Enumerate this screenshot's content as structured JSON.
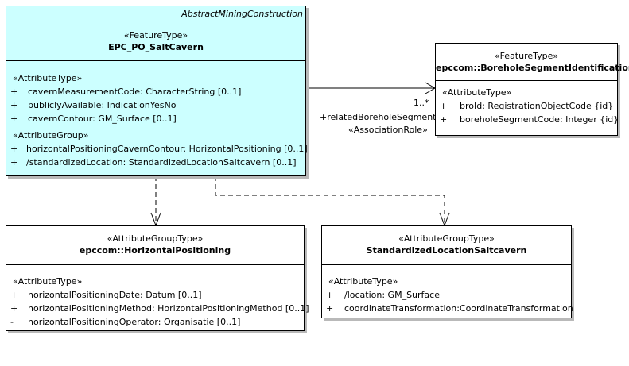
{
  "main": {
    "abstract_label": "AbstractMiningConstruction",
    "stereotype": "«FeatureType»",
    "name": "EPC_PO_SaltCavern",
    "groups": [
      {
        "label": "«AttributeType»",
        "rows": [
          {
            "vis": "+",
            "text": "cavernMeasurementCode: CharacterString [0..1]"
          },
          {
            "vis": "+",
            "text": "publiclyAvailable: IndicationYesNo"
          },
          {
            "vis": "+",
            "text": "cavernContour: GM_Surface [0..1]"
          }
        ]
      },
      {
        "label": "«AttributeGroup»",
        "rows": [
          {
            "vis": "+",
            "text": "horizontalPositioningCavernContour: HorizontalPositioning [0..1]"
          },
          {
            "vis": "+",
            "text": "/standardizedLocation: StandardizedLocationSaltcavern [0..1]"
          }
        ]
      }
    ]
  },
  "borehole": {
    "stereotype": "«FeatureType»",
    "name": "epccom::BoreholeSegmentIdentification",
    "groups": [
      {
        "label": "«AttributeType»",
        "rows": [
          {
            "vis": "+",
            "text": "broId: RegistrationObjectCode {id}"
          },
          {
            "vis": "+",
            "text": "boreholeSegmentCode: Integer {id}"
          }
        ]
      }
    ]
  },
  "horizontal": {
    "stereotype": "«AttributeGroupType»",
    "name": "epccom::HorizontalPositioning",
    "groups": [
      {
        "label": "«AttributeType»",
        "rows": [
          {
            "vis": "+",
            "text": "horizontalPositioningDate: Datum [0..1]"
          },
          {
            "vis": "+",
            "text": "horizontalPositioningMethod: HorizontalPositioningMethod [0..1]"
          },
          {
            "vis": "-",
            "text": "horizontalPositioningOperator: Organisatie [0..1]"
          }
        ]
      }
    ]
  },
  "standardized": {
    "stereotype": "«AttributeGroupType»",
    "name": "StandardizedLocationSaltcavern",
    "groups": [
      {
        "label": "«AttributeType»",
        "rows": [
          {
            "vis": "+",
            "text": "/location: GM_Surface"
          },
          {
            "vis": "+",
            "text": "coordinateTransformation:CoordinateTransformation"
          }
        ]
      }
    ]
  },
  "association": {
    "multiplicity": "1..*",
    "role": "+relatedBoreholeSegment",
    "stereotype": "«AssociationRole»"
  },
  "colors": {
    "main_fill": "#ccffff",
    "box_fill": "#ffffff",
    "shadow": "#b9b9b9"
  }
}
